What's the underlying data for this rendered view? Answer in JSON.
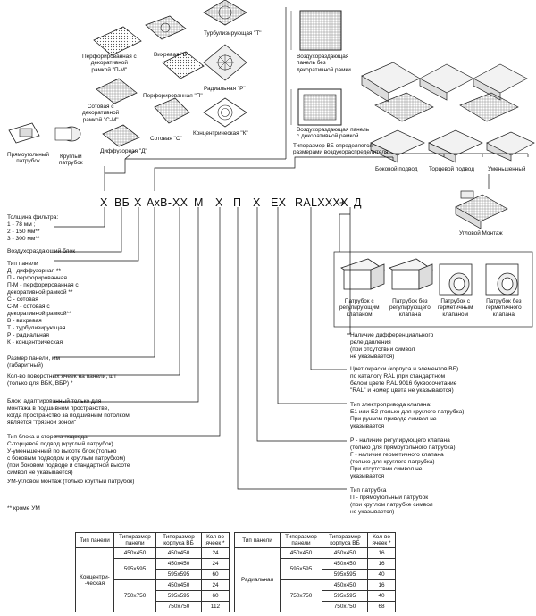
{
  "top_labels": {
    "perforated_frame": [
      "Перфорированная с",
      "декоративной",
      "рамкой \"П-М\""
    ],
    "swirl": "Вихревая \"В\"",
    "turbulizing": "Турбулизирующая \"Т\"",
    "radial": "Радиальная \"Р\"",
    "perforated": "Перфорированная \"П\"",
    "cellular_frame": [
      "Сотовая с",
      "декоративной",
      "рамкой \"С-М\""
    ],
    "diffuser": "Диффузорная \"Д\"",
    "cellular": "Сотовая \"С\"",
    "concentric": "Концентрическая \"К\"",
    "rect_pipe": [
      "Прямоугольный",
      "патрубок"
    ],
    "round_pipe": [
      "Круглый",
      "патрубок"
    ],
    "panel_no_frame": [
      "Воздухораздающая",
      "панель без",
      "декоративной рамки"
    ],
    "panel_with_frame": [
      "Воздухораздающая панель",
      "с декоративной рамкой"
    ],
    "size_note": [
      "Типоразмер ВБ определяется",
      "размерами воздухораспределителя"
    ],
    "side_feed": "Боковой подвод",
    "end_feed": "Торцевой подвод",
    "reduced": "Уменьшенный",
    "corner": "Угловой Монтаж",
    "pipe_reg": [
      "Патрубок с",
      "регулирующим",
      "клапаном"
    ],
    "pipe_no_valve": [
      "Патрубок без",
      "регулирующего",
      "клапана"
    ],
    "pipe_herm": [
      "Патрубок с",
      "герметичным",
      "клапаном"
    ],
    "pipe_no_herm": [
      "Патрубок без",
      "герметичного",
      "клапана"
    ]
  },
  "code": {
    "c1": "Х",
    "c2": "ВБ",
    "c3": "Х",
    "c4": "АхВ-",
    "c5": "ХХ",
    "c6": "М",
    "c7": "Х",
    "c8": "П",
    "c9": "Х",
    "c10": "ЕХ",
    "c11": "RALХХХХ",
    "c12": "+",
    "c13": "Д"
  },
  "left_notes": {
    "filter": [
      "Толщина фильтра:",
      "1 - 78 мм ;",
      "2 - 150 мм**",
      "3 - 300 мм**"
    ],
    "block": "Воздухораздающий блок",
    "panel_types": [
      "Тип панели",
      "Д - диффузорная **",
      "П - перфорированная",
      "П-М - перфорированная с",
      "декоративной рамкой **",
      "С - сотовая",
      "С-М - сотовая с",
      "декоративной рамкой**",
      "В - вихревая",
      "Т - турбулизирующая",
      "Р - радиальная",
      "К - концентрическая"
    ],
    "panel_size": [
      "Размер панели, мм",
      "(габаритный)"
    ],
    "cells": [
      "Кол-во поворотных ячеек на панели, шт",
      "(только для ВБК, ВБР) *"
    ],
    "dirty": [
      "Блок, адаптированный только для",
      "монтажа в подшивном пространстве,",
      "когда пространство за подшивным потолком",
      "является \"грязной зоной\""
    ],
    "block_type": [
      "Тип блока и сторона подвода",
      "С-торцевой подвод (круглый патрубок)",
      "У-уменьшенный по высоте блок (только",
      "с боковым подводом и круглым патрубком)",
      "(при боковом подводе и стандартной высоте",
      "символ не указывается)",
      "УМ-угловой монтаж (только круглый патрубок)"
    ],
    "except": "** кроме УМ"
  },
  "right_notes": {
    "pressure": [
      "Наличие дифференциального",
      "реле давления",
      "(при отсутствии символ",
      "не указывается)"
    ],
    "color": [
      "Цвет окраски (корпуса и элементов ВБ)",
      "по каталогу RAL (при стандартном",
      "белом цвете RAL 9016 буквосочетание",
      "\"RAL\" и номер цвета не указываются)"
    ],
    "drive": [
      "Тип электропривода клапана:",
      "Е1 или Е2        (только для круглого патрубка)",
      "При ручном приводе символ не",
      "указывается"
    ],
    "valve": [
      "Р - наличие регулирующего клапана",
      "(только для прямоугольного патрубка)",
      "Г - наличие герметичного клапана",
      "(только для круглого патрубка)",
      "При отсутствии символ не",
      "указывается"
    ],
    "pipe_type": [
      "Тип патрубка",
      "П - прямоугольный патрубок",
      "(при круглом патрубке символ",
      "не указывается)"
    ]
  },
  "tables": {
    "headers": [
      "Тип панели",
      "Типоразмер панели",
      "Типоразмер корпуса ВБ",
      "Кол-во ячеек *"
    ],
    "left": {
      "panel": "Концентри- -ческая",
      "rows": [
        {
          "p": "450х450",
          "b": "450х450",
          "n": "24"
        },
        {
          "p": "595х595",
          "b": "450х450",
          "n": "24"
        },
        {
          "p": "",
          "b": "595х595",
          "n": "60"
        },
        {
          "p": "750х750",
          "b": "450х450",
          "n": "24"
        },
        {
          "p": "",
          "b": "595х595",
          "n": "60"
        },
        {
          "p": "",
          "b": "750х750",
          "n": "112"
        }
      ]
    },
    "right": {
      "panel": "Радиальная",
      "rows": [
        {
          "p": "450х450",
          "b": "450х450",
          "n": "16"
        },
        {
          "p": "595х595",
          "b": "450х450",
          "n": "16"
        },
        {
          "p": "",
          "b": "595х595",
          "n": "40"
        },
        {
          "p": "750х750",
          "b": "450х450",
          "n": "16"
        },
        {
          "p": "",
          "b": "595х595",
          "n": "40"
        },
        {
          "p": "",
          "b": "750х750",
          "n": "68"
        }
      ]
    }
  }
}
